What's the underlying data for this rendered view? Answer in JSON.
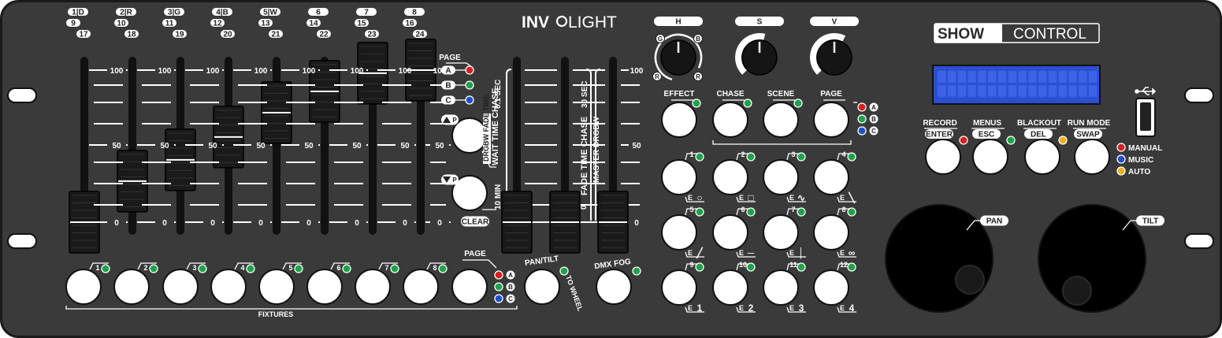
{
  "brand": {
    "logo_left": "INV",
    "logo_right": "LIGHT",
    "show": "SHOW",
    "control": "CONTROL"
  },
  "faders": [
    {
      "labels": [
        "1|D",
        "9",
        "17"
      ],
      "position": 0.0
    },
    {
      "labels": [
        "2|R",
        "10",
        "18"
      ],
      "position": 0.27
    },
    {
      "labels": [
        "3|G",
        "11",
        "19"
      ],
      "position": 0.41
    },
    {
      "labels": [
        "4|B",
        "12",
        "20"
      ],
      "position": 0.56
    },
    {
      "labels": [
        "5|W",
        "13",
        "21"
      ],
      "position": 0.72
    },
    {
      "labels": [
        "6",
        "14",
        "22"
      ],
      "position": 0.86
    },
    {
      "labels": [
        "7",
        "15",
        "23"
      ],
      "position": 0.98
    },
    {
      "labels": [
        "8",
        "16",
        "24"
      ],
      "position": 1.0
    }
  ],
  "scale": {
    "top": "100",
    "mid": "50",
    "bottom": "0"
  },
  "fader_page": {
    "label": "PAGE",
    "pages": [
      "A",
      "B",
      "C"
    ]
  },
  "step_buttons": {
    "up_label": "P",
    "down_label": "P",
    "clear_label": "CLEAR",
    "text_fade": "DRGBW FADE TIME",
    "text_wait": "WAIT TIME CHASE",
    "text_min": "10 MIN",
    "text_sec": "0.1 SEC"
  },
  "master_faders": [
    {
      "name": "fade-time-chase",
      "position": 0.0
    },
    {
      "name": "master-drgbw",
      "position": 0.0
    },
    {
      "name": "master",
      "position": 0.0
    }
  ],
  "master_text": {
    "fade_chase": "FADE TIME CHASE",
    "master_drgbw": "MASTER DRGBW",
    "sec": "30 SEC",
    "zero": "0"
  },
  "knobs": [
    {
      "label": "H",
      "level": 0.5
    },
    {
      "label": "S",
      "level": 0.55
    },
    {
      "label": "V",
      "level": 0.6
    }
  ],
  "hue_marks": {
    "g": "G",
    "b": "B",
    "r1": "R",
    "r2": "R"
  },
  "function_buttons": [
    {
      "label": "EFFECT"
    },
    {
      "label": "CHASE"
    },
    {
      "label": "SCENE"
    },
    {
      "label": "PAGE"
    }
  ],
  "function_pages": [
    "A",
    "B",
    "C"
  ],
  "numpad": [
    {
      "num": "1",
      "sub": "E",
      "glyph": "○"
    },
    {
      "num": "2",
      "sub": "E",
      "glyph": "□"
    },
    {
      "num": "3",
      "sub": "E",
      "glyph": "∿"
    },
    {
      "num": "4",
      "sub": "E",
      "glyph": "╲"
    },
    {
      "num": "5",
      "sub": "E",
      "glyph": "╱"
    },
    {
      "num": "6",
      "sub": "E",
      "glyph": "─"
    },
    {
      "num": "7",
      "sub": "E",
      "glyph": "│"
    },
    {
      "num": "8",
      "sub": "E",
      "glyph": "∞"
    },
    {
      "num": "9",
      "sub": "E",
      "glyph": "1"
    },
    {
      "num": "10",
      "sub": "E",
      "glyph": "2"
    },
    {
      "num": "11",
      "sub": "E",
      "glyph": "3"
    },
    {
      "num": "12",
      "sub": "E",
      "glyph": "4"
    }
  ],
  "fixtures": {
    "label": "FIXTURES",
    "buttons": [
      "1",
      "2",
      "3",
      "4",
      "5",
      "6",
      "7",
      "8"
    ],
    "page_label": "PAGE",
    "pages": [
      "A",
      "B",
      "C"
    ]
  },
  "pan_tilt": {
    "label": "PAN/TILT",
    "sub": "TO WHEEL"
  },
  "dmx_fog": {
    "label": "DMX FOG"
  },
  "menu_buttons": [
    {
      "top": "RECORD",
      "key": "ENTER",
      "led": "#d42020"
    },
    {
      "top": "MENUS",
      "key": "ESC",
      "led": "#1fa24a"
    },
    {
      "top": "BLACKOUT",
      "key": "DEL",
      "led": "#f0b020"
    },
    {
      "top": "RUN MODE",
      "key": "SWAP",
      "led": ""
    }
  ],
  "run_modes": [
    {
      "label": "MANUAL",
      "color": "#d42020"
    },
    {
      "label": "MUSIC",
      "color": "#2050c8"
    },
    {
      "label": "AUTO",
      "color": "#f0b020"
    }
  ],
  "wheels": {
    "pan": "PAN",
    "tilt": "TILT"
  },
  "colors": {
    "panel": "#3a3a3a",
    "led_red": "#d42020",
    "led_green": "#1fa24a",
    "led_blue": "#2050c8",
    "led_yellow": "#f0b020",
    "lcd": "#2a4fd0"
  }
}
